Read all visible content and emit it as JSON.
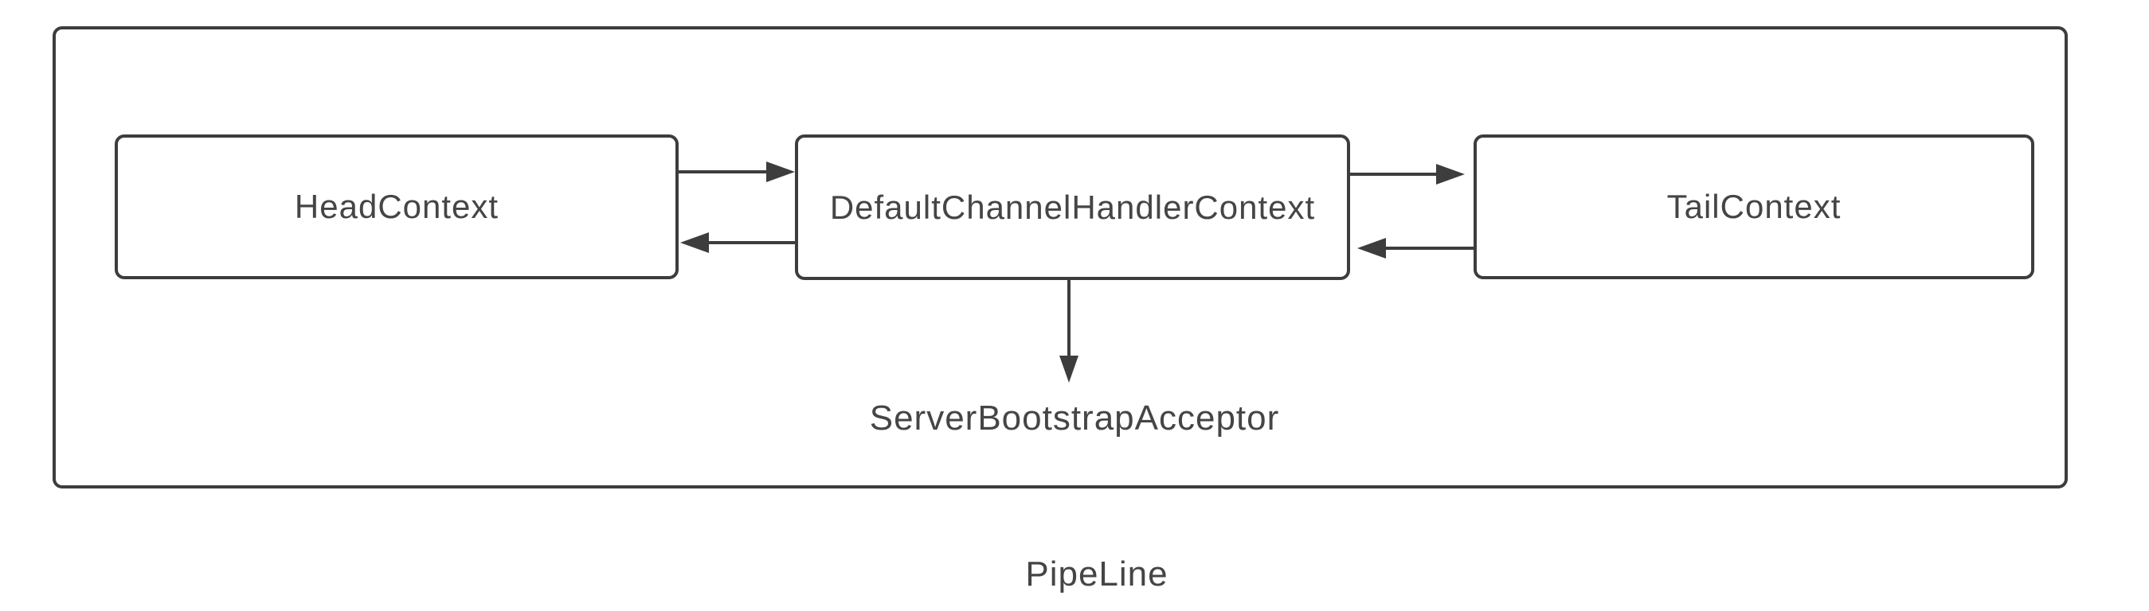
{
  "diagram": {
    "type": "flow-diagram",
    "caption": "PipeLine",
    "nodes": [
      {
        "id": "head",
        "label": "HeadContext"
      },
      {
        "id": "handler",
        "label": "DefaultChannelHandlerContext"
      },
      {
        "id": "tail",
        "label": "TailContext"
      },
      {
        "id": "acceptor",
        "label": "ServerBootstrapAcceptor"
      }
    ],
    "edges": [
      {
        "from": "head",
        "to": "handler",
        "direction": "right"
      },
      {
        "from": "handler",
        "to": "head",
        "direction": "left"
      },
      {
        "from": "handler",
        "to": "tail",
        "direction": "right"
      },
      {
        "from": "tail",
        "to": "handler",
        "direction": "left"
      },
      {
        "from": "handler",
        "to": "acceptor",
        "direction": "down"
      }
    ],
    "colors": {
      "stroke": "#3d3d3d",
      "text": "#454545",
      "background": "#ffffff"
    }
  }
}
